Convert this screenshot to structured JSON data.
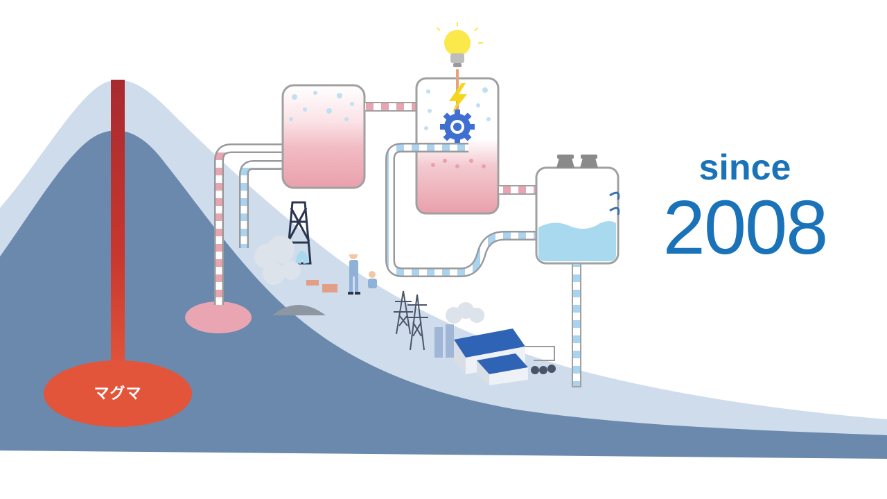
{
  "magma": {
    "label": "マグマ"
  },
  "headline": {
    "since": "since",
    "year": "2008"
  },
  "colors": {
    "mountain_outer": "#cfdcec",
    "mountain_inner": "#6a89ad",
    "magma": "#e2553a",
    "conduit": "#b8322a",
    "tank_fill_hot": "#e9a0ab",
    "tank_fill_cool": "#a9d9ef",
    "pipe_blue": "#a9d3ee",
    "pipe_pink": "#e8a4b0",
    "gear": "#3f6fd1",
    "bulb": "#fbe84a",
    "bolt": "#f4d61f",
    "text_accent": "#1a72b8"
  },
  "icons": [
    "light-bulb-icon",
    "lightning-bolt-icon",
    "gear-icon",
    "cooling-tower-icon",
    "drilling-rig-icon",
    "worker-icon",
    "power-pylon-icon",
    "factory-icon",
    "steam-cloud-icon"
  ]
}
